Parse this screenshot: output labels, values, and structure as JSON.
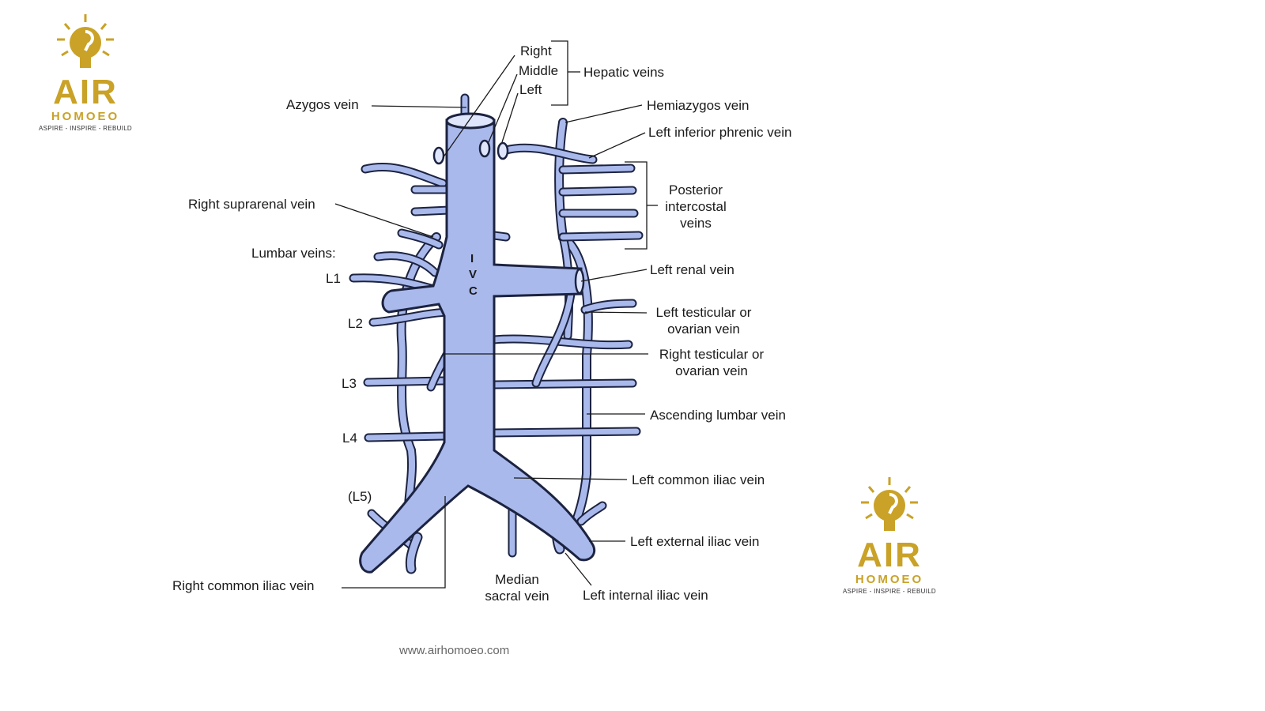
{
  "logo": {
    "name": "AIR",
    "sub": "HOMOEO",
    "tagline": "ASPIRE - INSPIRE - REBUILD"
  },
  "labels": {
    "hepatic_right": "Right",
    "hepatic_middle": "Middle",
    "hepatic_left": "Left",
    "hepatic_veins": "Hepatic veins",
    "azygos": "Azygos vein",
    "hemiazygos": "Hemiazygos vein",
    "left_inferior_phrenic": "Left inferior phrenic vein",
    "posterior_intercostal": [
      "Posterior",
      "intercostal",
      "veins"
    ],
    "right_suprarenal": "Right suprarenal vein",
    "lumbar_veins": "Lumbar veins:",
    "lumbar": [
      "L1",
      "L2",
      "L3",
      "L4",
      "(L5)"
    ],
    "ivc": [
      "I",
      "V",
      "C"
    ],
    "left_renal": "Left renal vein",
    "left_testicular": [
      "Left testicular or",
      "ovarian vein"
    ],
    "right_testicular": [
      "Right testicular or",
      "ovarian vein"
    ],
    "ascending_lumbar": "Ascending lumbar vein",
    "left_common_iliac": "Left common iliac vein",
    "left_external_iliac": "Left external iliac vein",
    "left_internal_iliac": "Left internal iliac vein",
    "median_sacral": [
      "Median",
      "sacral vein"
    ],
    "right_common_iliac": "Right common iliac vein"
  },
  "footer": "www.airhomoeo.com",
  "colors": {
    "vein": "#a9b9ec",
    "outline": "#1c2340",
    "logo": "#c9a227"
  }
}
